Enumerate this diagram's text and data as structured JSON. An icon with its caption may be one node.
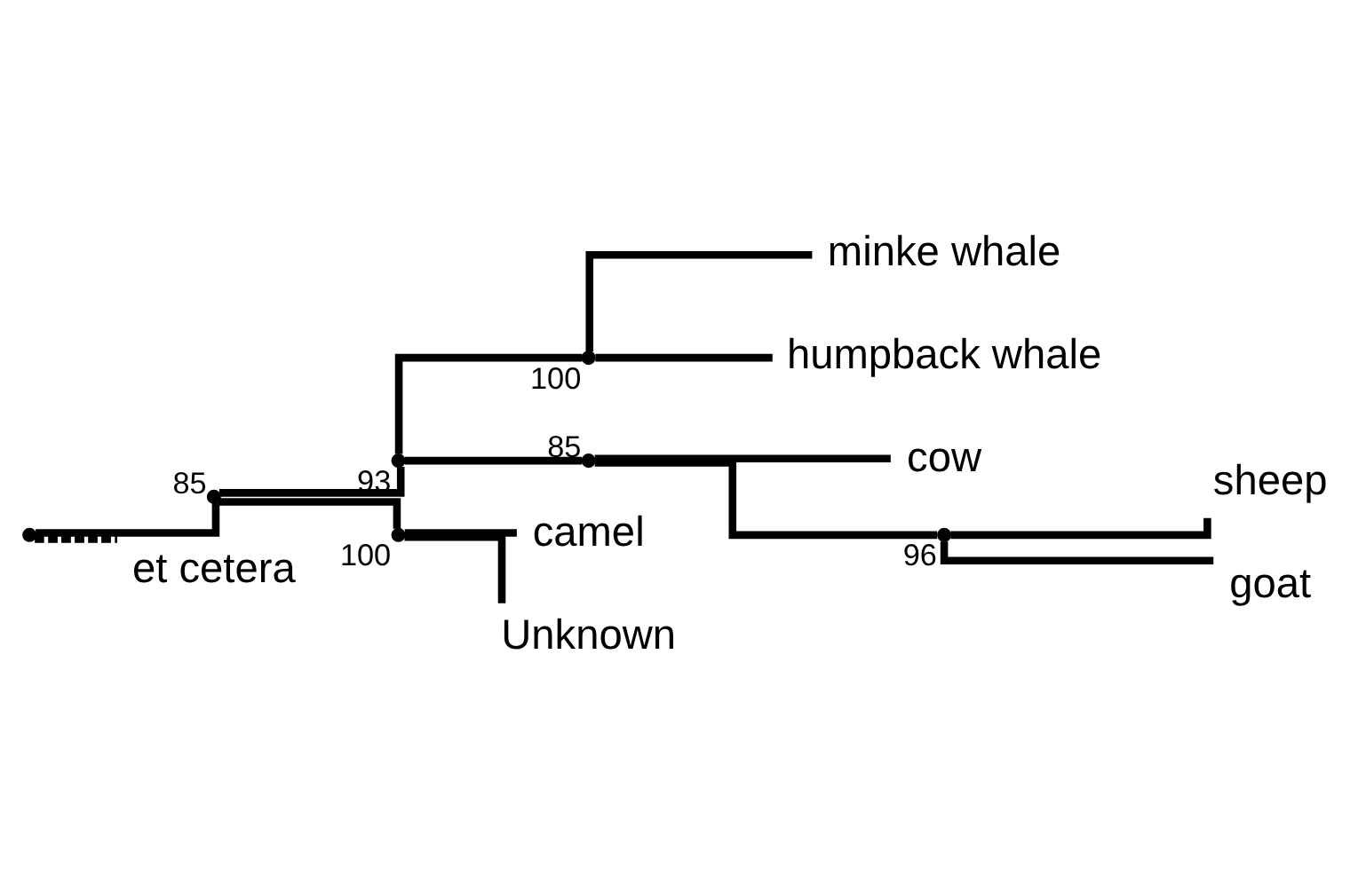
{
  "diagram": {
    "nodes": [
      {
        "text": [],
        "shape": "point"
      },
      {
        "text": [],
        "shape": "point",
        "beside": [
          "85"
        ]
      },
      {
        "text": [],
        "shape": "point",
        "beside": [
          "93"
        ]
      },
      {
        "text": [],
        "shape": "point",
        "beside": [
          "100"
        ]
      },
      {
        "text": [
          "minke whale"
        ]
      },
      {
        "text": [
          "humpback whale"
        ]
      },
      {
        "text": [],
        "shape": "point",
        "beside": [
          "85"
        ]
      },
      {
        "text": [
          "cow"
        ]
      },
      {
        "text": [],
        "shape": "point",
        "beside": [
          "96"
        ]
      },
      {
        "text": [
          "sheep"
        ]
      },
      {
        "text": [
          "goat"
        ]
      },
      {
        "text": [],
        "shape": "point",
        "beside": [
          "100"
        ]
      },
      {
        "text": [
          "camel"
        ]
      },
      {
        "text": [
          "Unknown"
        ]
      },
      {
        "text": [
          "et cetera"
        ]
      }
    ],
    "edges": [
      {
        "from": 0,
        "to": 1,
        "arrow": "none"
      },
      {
        "from": 1,
        "to": 2,
        "arrow": "none"
      },
      {
        "from": 2,
        "to": 3,
        "arrow": "none"
      },
      {
        "from": 3,
        "to": 4,
        "arrow": "none"
      },
      {
        "from": 3,
        "to": 5,
        "arrow": "none"
      },
      {
        "from": 2,
        "to": 6,
        "arrow": "none"
      },
      {
        "from": 6,
        "to": 7,
        "arrow": "none"
      },
      {
        "from": 6,
        "to": 8,
        "arrow": "none"
      },
      {
        "from": 8,
        "to": 9,
        "arrow": "none"
      },
      {
        "from": 8,
        "to": 10,
        "arrow": "none"
      },
      {
        "from": 1,
        "to": 11,
        "arrow": "none"
      },
      {
        "from": 11,
        "to": 12,
        "arrow": "none"
      },
      {
        "from": 11,
        "to": 13,
        "arrow": "none"
      },
      {
        "from": 0,
        "to": 14,
        "arrow": "none",
        "style": "dashed"
      }
    ]
  }
}
